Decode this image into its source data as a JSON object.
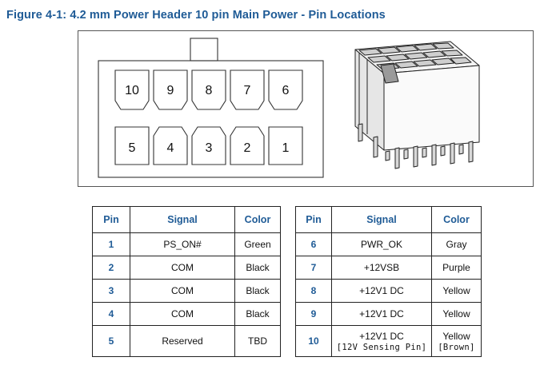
{
  "figure": {
    "title": "Figure 4-1: 4.2 mm Power Header 10 pin Main Power - Pin Locations",
    "top_row_pins": [
      "10",
      "9",
      "8",
      "7",
      "6"
    ],
    "bottom_row_pins": [
      "5",
      "4",
      "3",
      "2",
      "1"
    ]
  },
  "table_headers": {
    "pin": "Pin",
    "signal": "Signal",
    "color": "Color"
  },
  "left_table": [
    {
      "pin": "1",
      "signal": "PS_ON#",
      "color": "Green"
    },
    {
      "pin": "2",
      "signal": "COM",
      "color": "Black"
    },
    {
      "pin": "3",
      "signal": "COM",
      "color": "Black"
    },
    {
      "pin": "4",
      "signal": "COM",
      "color": "Black"
    },
    {
      "pin": "5",
      "signal": "Reserved",
      "color": "TBD"
    }
  ],
  "right_table": [
    {
      "pin": "6",
      "signal": "PWR_OK",
      "color": "Gray"
    },
    {
      "pin": "7",
      "signal": "+12VSB",
      "color": "Purple"
    },
    {
      "pin": "8",
      "signal": "+12V1 DC",
      "color": "Yellow"
    },
    {
      "pin": "9",
      "signal": "+12V1 DC",
      "color": "Yellow"
    },
    {
      "pin": "10",
      "signal": "+12V1 DC",
      "signal_note": "[12V Sensing Pin]",
      "color": "Yellow",
      "color_note": "[Brown]"
    }
  ]
}
